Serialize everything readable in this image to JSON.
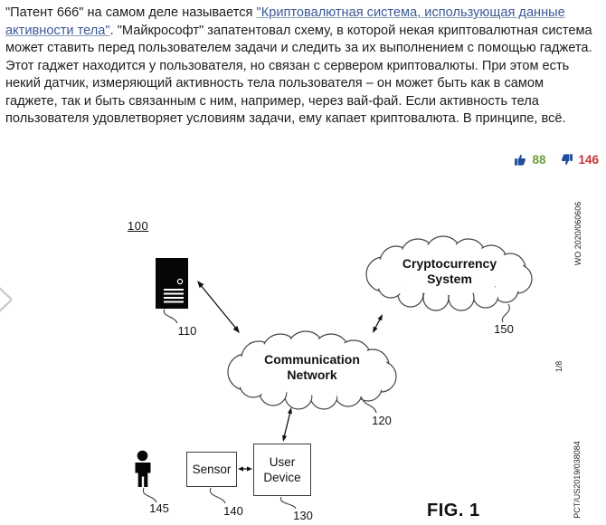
{
  "article": {
    "text_before_link": "\"Патент 666\" на самом деле называется ",
    "link_text": "\"Криптовалютная система, использующая данные активности тела\"",
    "text_after_link": ". \"Майкрософт\" запатентовал схему, в которой некая криптовалютная система может ставить перед пользователем задачи и следить за их выполнением с помощью гаджета. Этот гаджет находится у пользователя, но связан с сервером криптовалюты. При этом есть некий датчик, измеряющий активность тела пользователя – он может быть как в самом гаджете, так и быть связанным с ним, например, через вай-фай. Если активность тела пользователя удовлетворяет условиям задачи, ему капает криптовалюта. В принципе, всё."
  },
  "votes": {
    "up": "88",
    "down": "146",
    "up_color": "#6aa03a",
    "down_color": "#cb3232",
    "thumb_icon_color": "#1e4e9c"
  },
  "figure": {
    "ref_100": "100",
    "server_label": "110",
    "network_label": "120",
    "user_device_label": "130",
    "sensor_label": "140",
    "person_label": "145",
    "crypto_label": "150",
    "network_name_line1": "Communication",
    "network_name_line2": "Network",
    "crypto_name_line1": "Cryptocurrency",
    "crypto_name_line2": "System",
    "sensor_text": "Sensor",
    "user_device_line1": "User",
    "user_device_line2": "Device",
    "fig_caption": "FIG. 1",
    "side_top": "WO 2020/060606",
    "side_mid": "1/8",
    "side_bottom": "PCT/US2019/038084"
  }
}
